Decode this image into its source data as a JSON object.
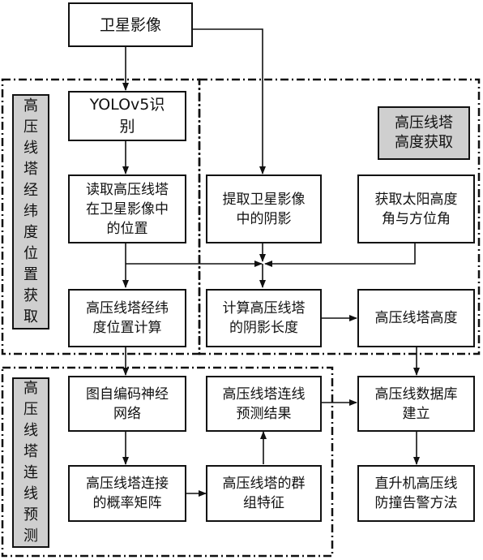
{
  "nodes": {
    "satellite_image": "卫星影像",
    "yolo_detect": "YOLOv5识\n别",
    "read_position": "读取高压线塔\n在卫星影像中\n的位置",
    "calc_latlon": "高压线塔经纬\n度位置计算",
    "extract_shadow": "提取卫星影像\n中的阴影",
    "sun_angle": "获取太阳高度\n角与方位角",
    "shadow_length": "计算高压线塔\n的阴影长度",
    "tower_height": "高压线塔高度",
    "autoencoder": "图自编码神经\n网络",
    "connection_result": "高压线塔连线\n预测结果",
    "database": "高压线数据库\n建立",
    "prob_matrix": "高压线塔连接\n的概率矩阵",
    "group_features": "高压线塔的群\n组特征",
    "helicopter_warning": "直升机高压线\n防撞告警方法"
  },
  "regions": {
    "latlon_title": "高\n压\n线\n塔\n经\n纬\n度\n位\n置\n获\n取",
    "height_title": "高压线塔\n高度获取",
    "connection_title": "高\n压\n线\n塔\n连\n线\n预\n测"
  }
}
